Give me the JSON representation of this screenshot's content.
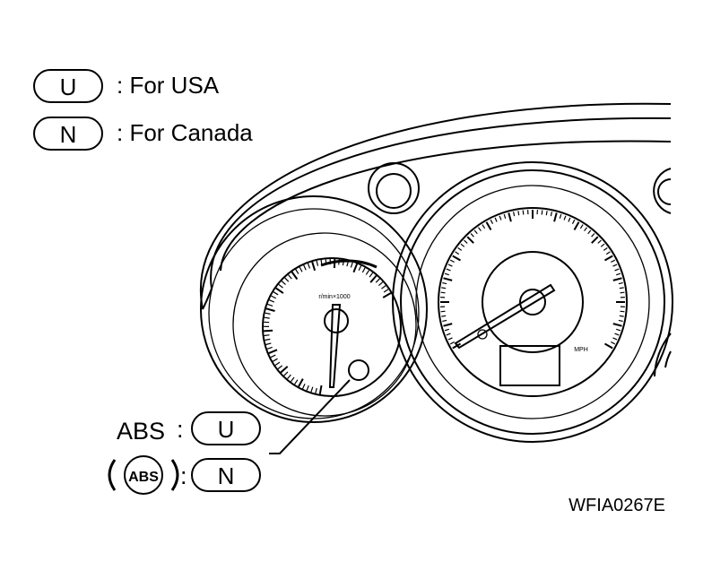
{
  "legend": [
    {
      "code": "U",
      "text": ": For USA"
    },
    {
      "code": "N",
      "text": ": For Canada"
    }
  ],
  "indicator_callouts": [
    {
      "label": "ABS",
      "separator": ":",
      "code": "U"
    },
    {
      "label": "ABS",
      "separator": ":",
      "code": "N",
      "symbol": "circled-abs-icon"
    }
  ],
  "gauge_labels": {
    "tachometer_unit": "r/min×1000",
    "speedometer_unit": "MPH"
  },
  "figure_code": "WFIA0267E"
}
